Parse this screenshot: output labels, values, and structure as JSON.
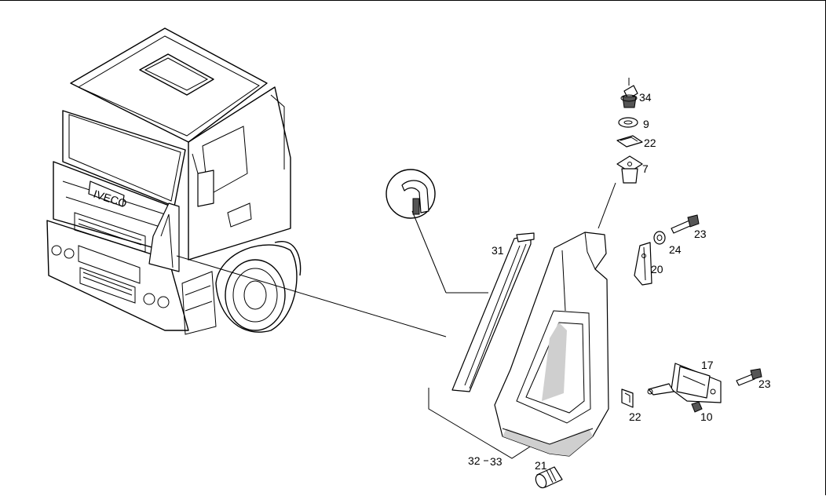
{
  "diagram": {
    "callouts": [
      "34",
      "9",
      "22",
      "7",
      "23",
      "24",
      "20",
      "31",
      "17",
      "23",
      "22",
      "10",
      "21",
      "32",
      "33"
    ],
    "cab_badge": "IVECO"
  }
}
